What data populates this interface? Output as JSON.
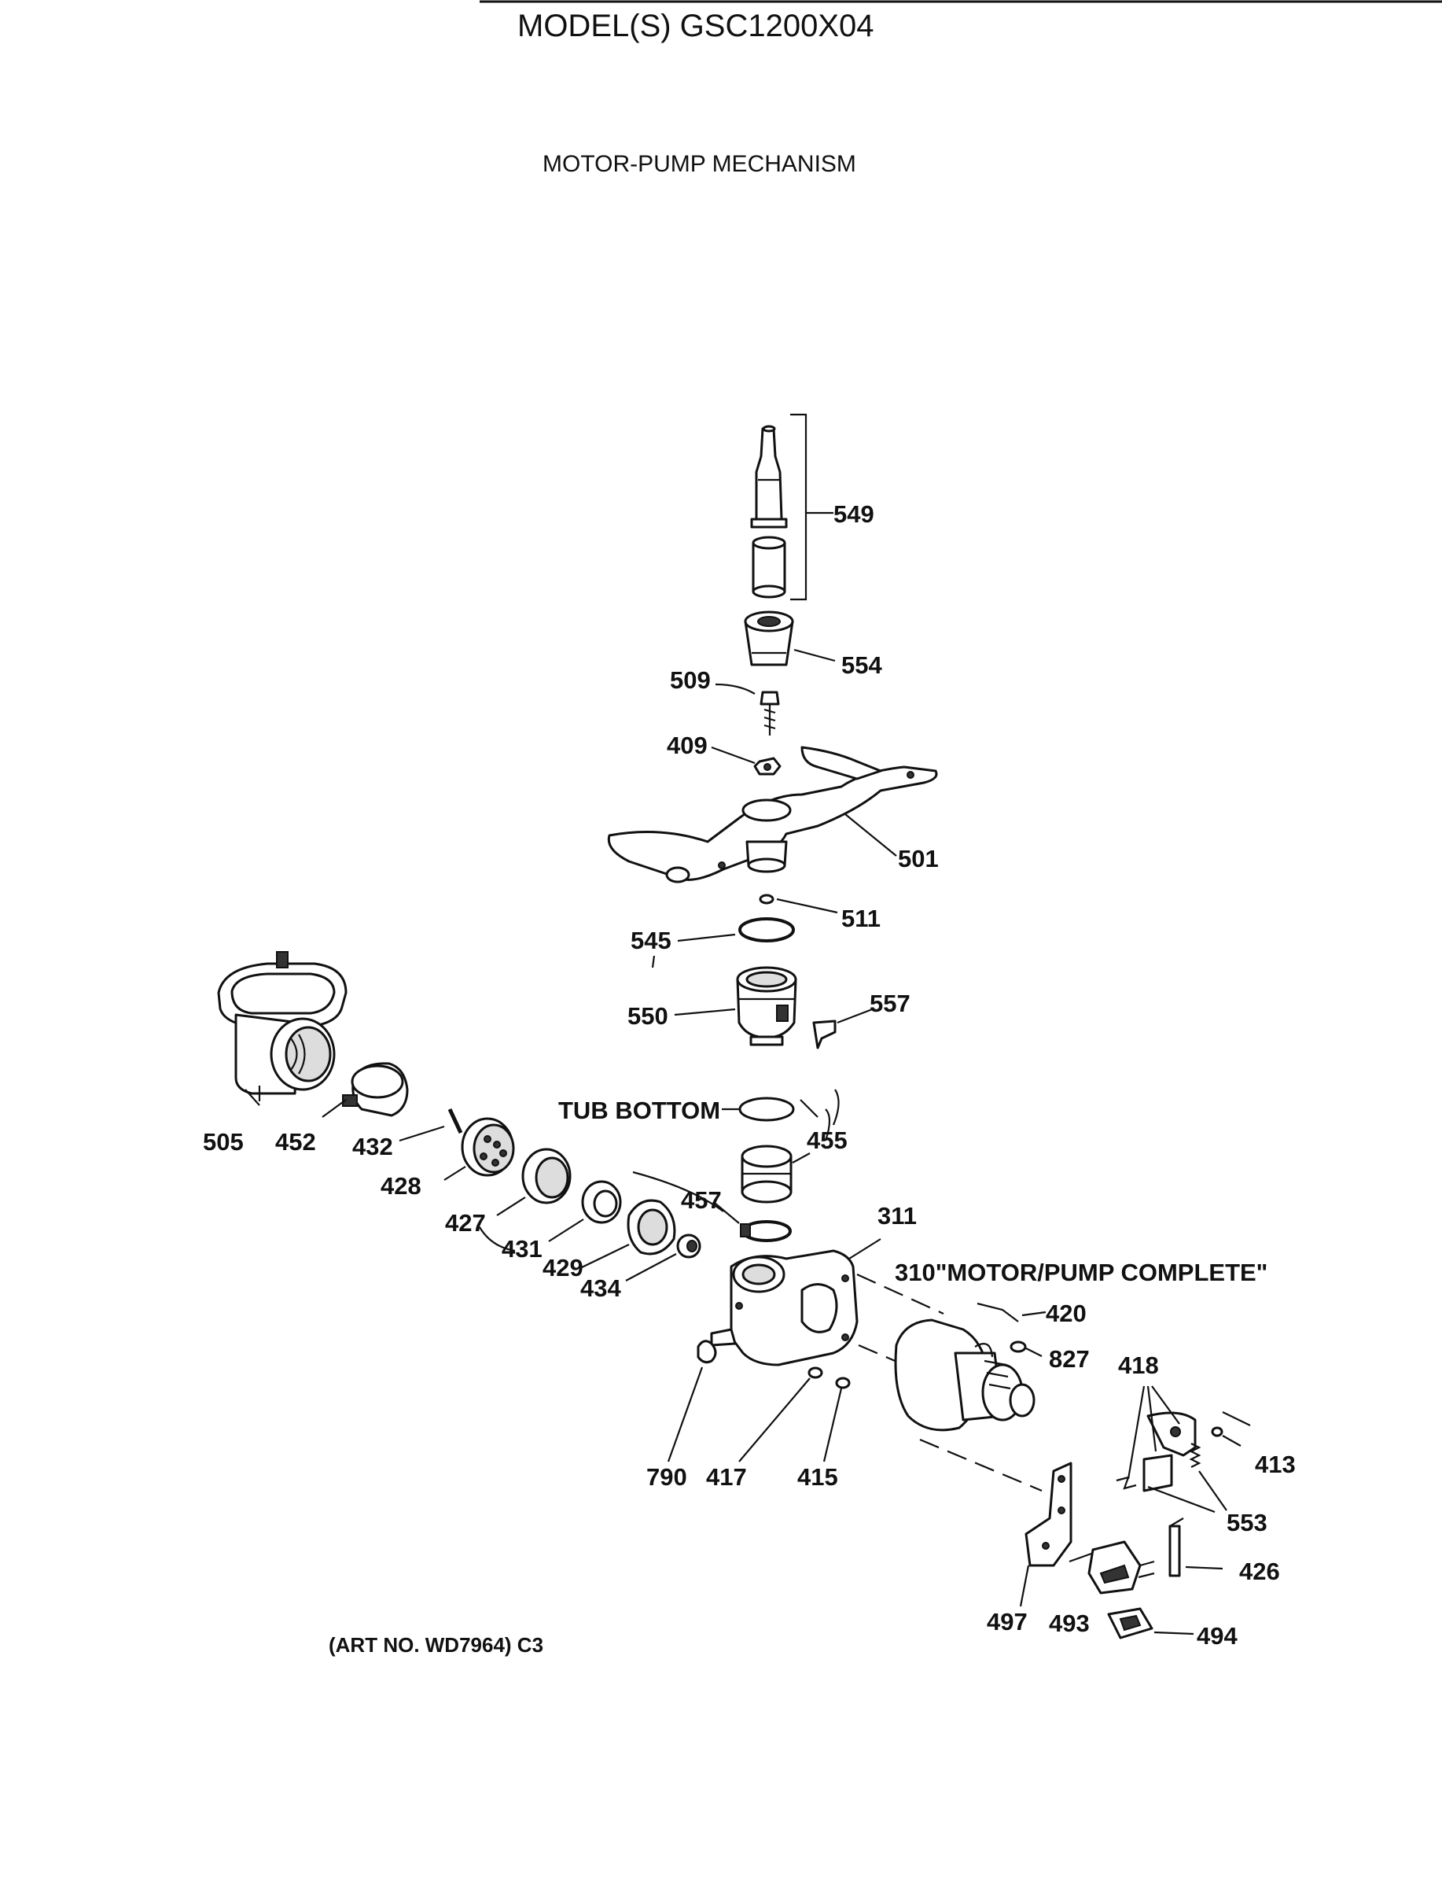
{
  "header": {
    "model": "MODEL(S) GSC1200X04",
    "section_title": "MOTOR-PUMP MECHANISM"
  },
  "callouts": {
    "c549": "549",
    "c554": "554",
    "c509": "509",
    "c409": "409",
    "c501": "501",
    "c511": "511",
    "c545": "545",
    "c550": "550",
    "c557": "557",
    "tub_bottom": "TUB BOTTOM",
    "c455": "455",
    "c505": "505",
    "c452": "452",
    "c432": "432",
    "c428": "428",
    "c427": "427",
    "c431": "431",
    "c429": "429",
    "c434": "434",
    "c457": "457",
    "c311": "311",
    "c310": "310\"MOTOR/PUMP COMPLETE\"",
    "c420": "420",
    "c827": "827",
    "c418": "418",
    "c413": "413",
    "c553": "553",
    "c426": "426",
    "c790": "790",
    "c417": "417",
    "c415": "415",
    "c497": "497",
    "c493": "493",
    "c494": "494"
  },
  "footer": {
    "art_no": "(ART NO. WD7964) C3"
  }
}
